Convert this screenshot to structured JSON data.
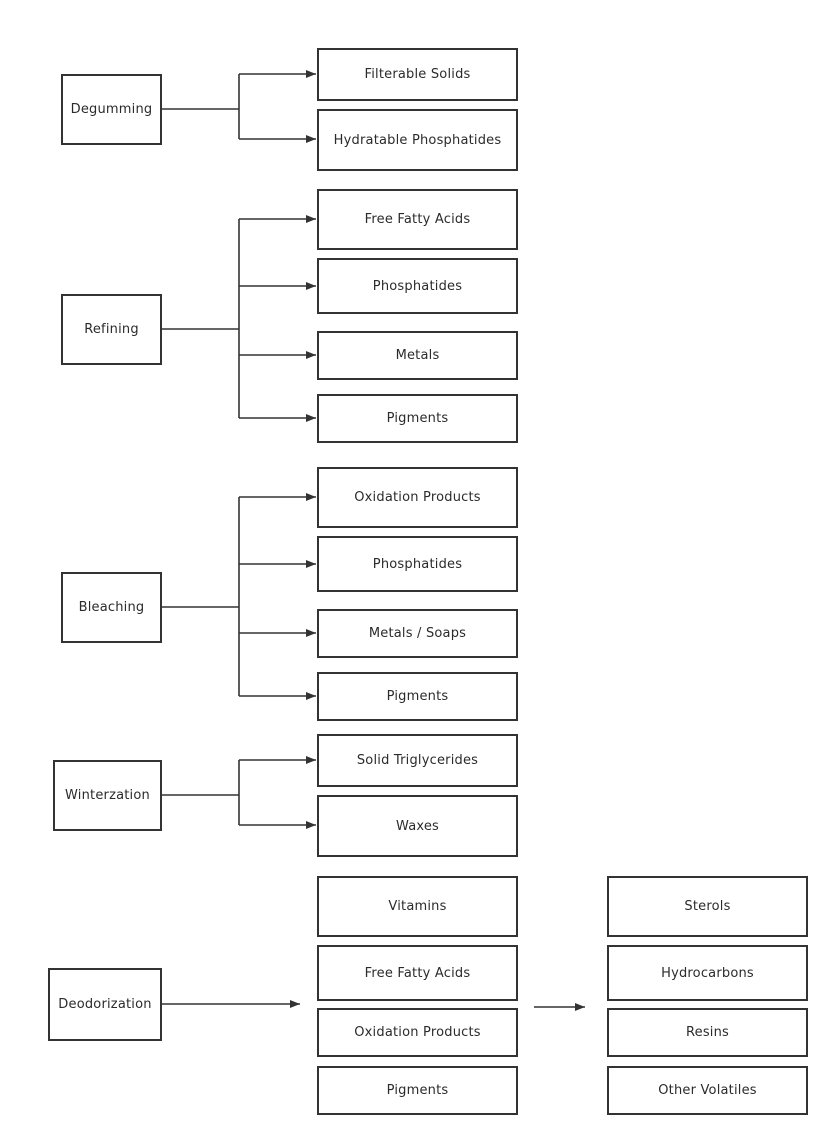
{
  "line_color": "#333333",
  "stages": {
    "degumming": {
      "label": "Degumming",
      "outputs": [
        "Filterable Solids",
        "Hydratable Phosphatides"
      ]
    },
    "refining": {
      "label": "Refining",
      "outputs": [
        "Free Fatty Acids",
        "Phosphatides",
        "Metals",
        "Pigments"
      ]
    },
    "bleaching": {
      "label": "Bleaching",
      "outputs": [
        "Oxidation Products",
        "Phosphatides",
        "Metals / Soaps",
        "Pigments"
      ]
    },
    "winterization": {
      "label": "Winterzation",
      "outputs": [
        "Solid Triglycerides",
        "Waxes"
      ]
    },
    "deodorization": {
      "label": "Deodorization",
      "outputs": [
        "Vitamins",
        "Free Fatty Acids",
        "Oxidation Products",
        "Pigments"
      ],
      "secondary_outputs": [
        "Sterols",
        "Hydrocarbons",
        "Resins",
        "Other Volatiles"
      ]
    }
  }
}
